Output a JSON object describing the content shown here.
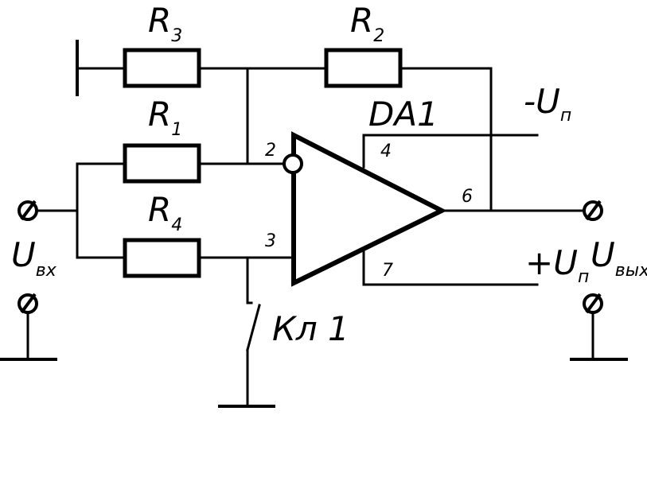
{
  "diagram": {
    "type": "op-amp circuit schematic",
    "components": {
      "R1": {
        "label": "R",
        "sub": "1"
      },
      "R2": {
        "label": "R",
        "sub": "2"
      },
      "R3": {
        "label": "R",
        "sub": "3"
      },
      "R4": {
        "label": "R",
        "sub": "4"
      },
      "opamp": {
        "label": "DA1"
      },
      "switch": {
        "label": "Кл  1"
      }
    },
    "pins": {
      "inv": "2",
      "noninv": "3",
      "neg_supply": "4",
      "pos_supply": "7",
      "out": "6"
    },
    "supplies": {
      "neg": {
        "label": "-U",
        "sub": "п"
      },
      "pos": {
        "label": "+U",
        "sub": "п"
      }
    },
    "terminals": {
      "input": {
        "label": "U",
        "sub": "вх"
      },
      "output": {
        "label": "U",
        "sub": "вых"
      }
    },
    "colors": {
      "line": "#000000",
      "background": "#ffffff"
    }
  }
}
